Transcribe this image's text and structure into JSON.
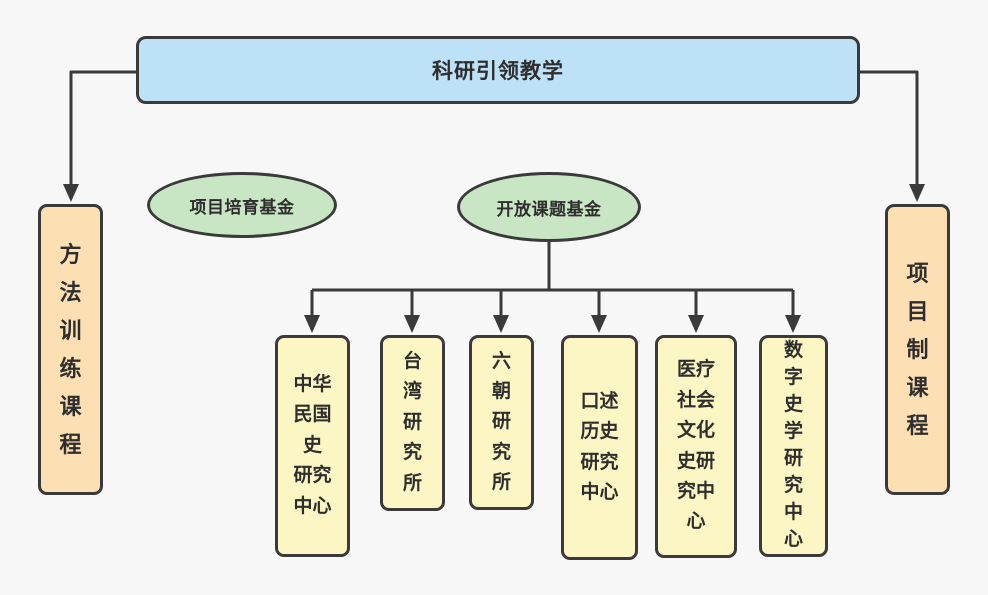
{
  "colors": {
    "background": "#f7f7f7",
    "stroke": "#3a3a3a",
    "text": "#2e2e2e",
    "root_fill": "#bde1f6",
    "fund_fill": "#c8e6c3",
    "course_fill": "#fcdfb2",
    "center_fill": "#fbf6c3"
  },
  "root": {
    "label": "科研引领教学"
  },
  "funds": [
    {
      "label": "项目培育基金"
    },
    {
      "label": "开放课题基金"
    }
  ],
  "courses": [
    {
      "label": "方法训练课程",
      "display": "方\n法\n训\n练\n课\n程"
    },
    {
      "label": "项目制课程",
      "display": "项\n目\n制\n课\n程"
    }
  ],
  "centers": [
    {
      "label": "中华民国史研究中心",
      "display": "中华\n民国\n史\n研究\n中心"
    },
    {
      "label": "台湾研究所",
      "display": "台\n湾\n研\n究\n所"
    },
    {
      "label": "六朝研究所",
      "display": "六\n朝\n研\n究\n所"
    },
    {
      "label": "口述历史研究中心",
      "display": "口述\n历史\n研究\n中心"
    },
    {
      "label": "医疗社会文化史研究中心",
      "display": "医疗\n社会\n文化\n史研\n究中\n心"
    },
    {
      "label": "数字史学研究中心",
      "display": "数\n字\n史\n学\n研\n究\n中\n心"
    }
  ]
}
